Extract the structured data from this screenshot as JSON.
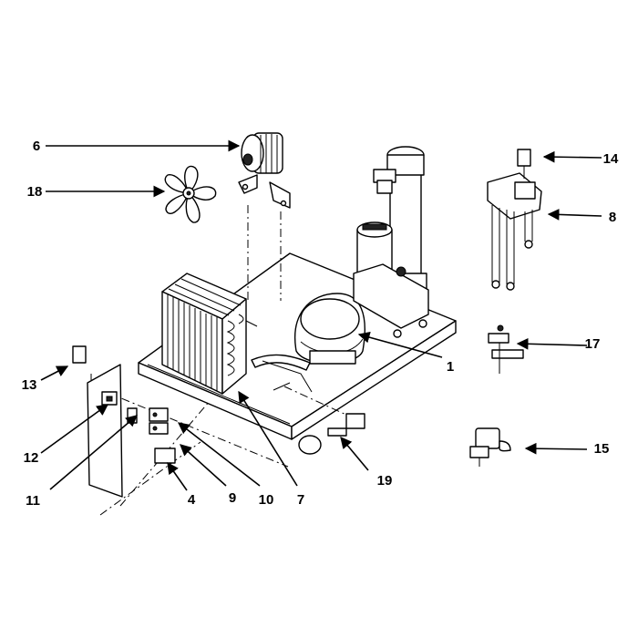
{
  "callouts": [
    {
      "id": "c1",
      "label": "1"
    },
    {
      "id": "c4",
      "label": "4"
    },
    {
      "id": "c6",
      "label": "6"
    },
    {
      "id": "c7",
      "label": "7"
    },
    {
      "id": "c8",
      "label": "8"
    },
    {
      "id": "c9",
      "label": "9"
    },
    {
      "id": "c10",
      "label": "10"
    },
    {
      "id": "c11",
      "label": "11"
    },
    {
      "id": "c12",
      "label": "12"
    },
    {
      "id": "c13",
      "label": "13"
    },
    {
      "id": "c14",
      "label": "14"
    },
    {
      "id": "c15",
      "label": "15"
    },
    {
      "id": "c17",
      "label": "17"
    },
    {
      "id": "c18",
      "label": "18"
    },
    {
      "id": "c19",
      "label": "19"
    }
  ],
  "colors": {
    "ink": "#000000",
    "paper": "#ffffff"
  }
}
